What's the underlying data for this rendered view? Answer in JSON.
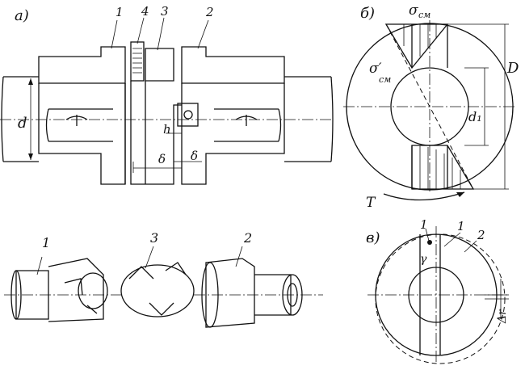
{
  "panels": {
    "a": {
      "tag": "а)"
    },
    "b": {
      "tag": "б)"
    },
    "v": {
      "tag": "в)"
    }
  },
  "labels": {
    "a_part1": "1",
    "a_part4": "4",
    "a_part3": "3",
    "a_part2": "2",
    "a_d": "d",
    "a_h": "h",
    "a_delta1": "δ",
    "a_delta2": "δ",
    "b_sigma_top": "σ",
    "b_sigma_top_sub": "см",
    "b_sigma_mid": "σ′",
    "b_sigma_mid_sub": "см",
    "b_D": "D",
    "b_d1": "d₁",
    "b_T": "T",
    "iso_1": "1",
    "iso_3": "3",
    "iso_2": "2",
    "v_1a": "1",
    "v_1b": "1",
    "v_2": "2",
    "v_gamma": "γ",
    "v_delta_r": "Δr"
  }
}
